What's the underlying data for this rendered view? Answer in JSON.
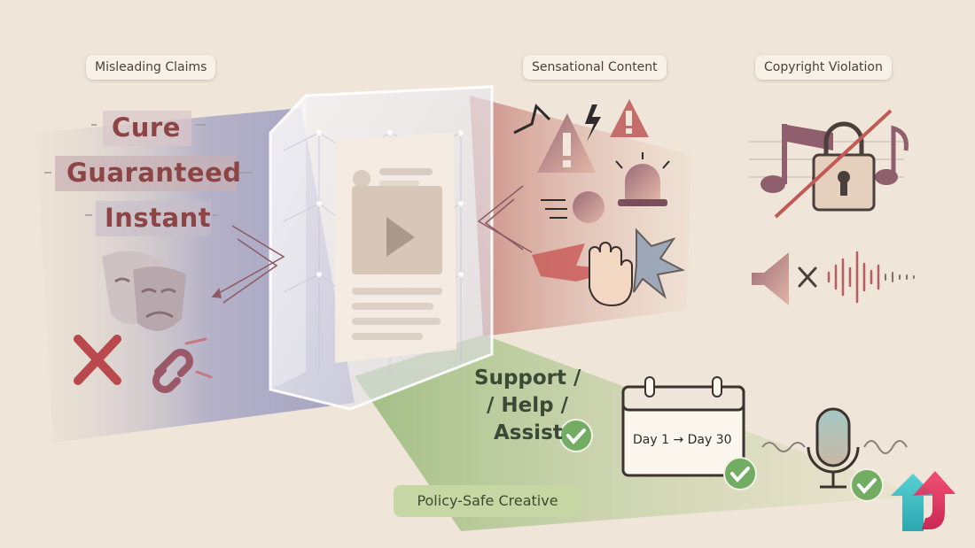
{
  "labels": {
    "misleading": "Misleading Claims",
    "sensational": "Sensational Content",
    "copyright": "Copyright Violation",
    "policy_safe": "Policy-Safe Creative"
  },
  "misleading_words": [
    "Cure",
    "Guaranteed",
    "Instant"
  ],
  "safe_words": [
    "Support /",
    "/ Help /",
    "Assist"
  ],
  "calendar_text": "Day 1 → Day 30",
  "colors": {
    "background": "#efe5d8",
    "misleading_beam": "#b9b6cc",
    "sensational_beam": "#d79a90",
    "safe_beam": "#a9c48a",
    "danger": "#b9494c",
    "check": "#72ad63"
  },
  "icons": [
    "theater-mask-icon",
    "x-mark-icon",
    "broken-link-icon",
    "warning-icon",
    "lightning-icon",
    "siren-icon",
    "speed-ball-icon",
    "stop-hand-icon",
    "music-notes-icon",
    "padlock-icon",
    "muted-speaker-icon",
    "sound-wave-icon",
    "calendar-icon",
    "microphone-icon",
    "check-icon",
    "brand-logo-icon"
  ]
}
